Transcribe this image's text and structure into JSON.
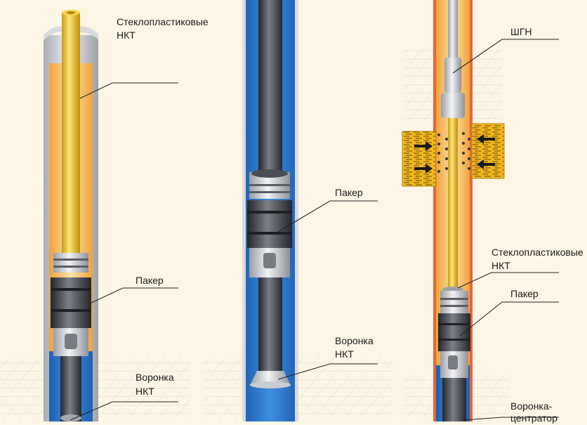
{
  "labels": {
    "left_tubing_line1": "Стеклопластиковые",
    "left_tubing_line2": "НКТ",
    "left_packer": "Пакер",
    "left_funnel_line1": "Воронка",
    "left_funnel_line2": "НКТ",
    "mid_packer": "Пакер",
    "mid_funnel_line1": "Воронка",
    "mid_funnel_line2": "НКТ",
    "right_pump": "ШГН",
    "right_tubing_line1": "Стеклопластиковые",
    "right_tubing_line2": "НКТ",
    "right_packer": "Пакер",
    "right_funnel_line1": "Воронка-",
    "right_funnel_line2": "центратор"
  },
  "colors": {
    "background": "#fdf6e6",
    "casing_grey": "#cfd1d4",
    "casing_inner_orange": "#f4b23d",
    "annulus_blue": "#2e7fd0",
    "tubing_yellow": "#e8c21c",
    "tubing_dark": "#3a3d44",
    "packer_dark": "#3b3e45",
    "leader_line": "#222222",
    "perforation_zone": "#f2b81e",
    "flow_arrow": "#1a1a1a"
  },
  "icons": [
    "flow-arrow-icon"
  ]
}
